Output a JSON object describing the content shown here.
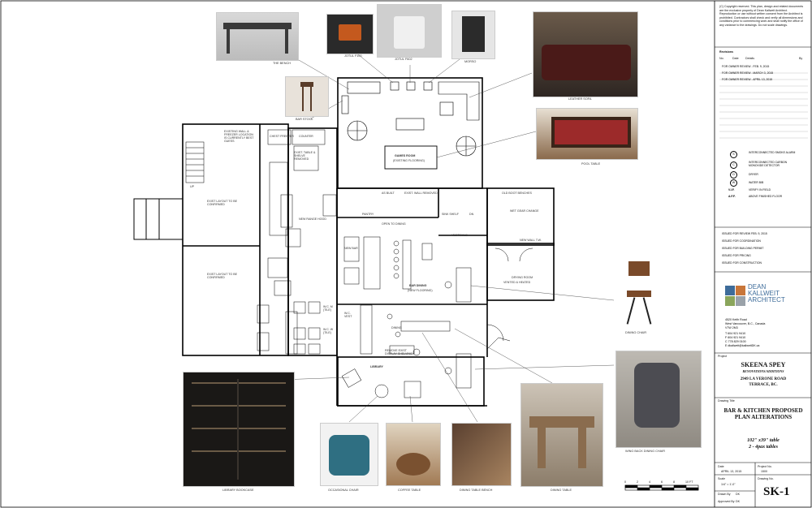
{
  "photos": {
    "the_bench": "THE BENCH",
    "stove_1": "Jotul F100",
    "stove_2": "Jotul F602",
    "stove_3": "Morso",
    "bar_stool": "BAR STOOL",
    "leather_sofa": "LEATHER SOFA",
    "pool_table": "POOL TABLE",
    "dining_chair": "DINING CHAIR",
    "wing_back_chair": "WING BACK DINING CHAIR",
    "library_bookcase": "LIBRARY BOOKCASE",
    "occasional_chair": "OCCASIONAL CHAIR",
    "coffee_table": "COFFEE TABLE",
    "dining_table_bench": "DINING TABLE BENCH",
    "dining_table": "DINING TABLE"
  },
  "plan_labels": {
    "games_room": "GAMES ROOM",
    "games_room_sub": "(EXISTING FLOORING)",
    "exist_wall_removed": "EXISTING WALL & FREEZER LOCATION IS CURRENTLY BEST GUESS",
    "chest_freezer": "CHEST FREEZER",
    "counter": "COUNTER",
    "exist_table": "EXIST. TABLE & SHELVE REMOVED",
    "exist_layout_1": "EXIST LAYOUT TO BE CONFIRMED",
    "exist_layout_2": "EXIST LAYOUT TO BE CONFIRMED",
    "up": "UP",
    "new_range_hood": "NEW RANGE HOOD",
    "new_bar": "NEW BAR",
    "bar_dining": "BAR DINING",
    "bar_dining_sub": "(NEW FLOORING)",
    "pantry": "PANTRY",
    "vestibule": "VESTIBULE",
    "wet_gear_change": "WET GEAR CHANGE",
    "drying_room": "DRYING ROOM",
    "drying_room_sub": "VENTED & HEATED",
    "new_wall": "NEW WALL T.W.",
    "old_boot_benches": "OLD BOOT BENCHES",
    "wc_m": "W.C. M (TILE)",
    "wc_w": "W.C. W (TILE)",
    "wc_vest": "W.C. VEST",
    "library": "LIBRARY",
    "remove_display": "REMOVE EXIST DISPLAY SHELVING",
    "dining_sm": "DINING",
    "as_built": "AS BUILT",
    "exist_wall_removed_2": "EXIST. WALL REMOVED",
    "sink_shelf": "SINK SHELF",
    "dn": "DN",
    "open_to_dining": "OPEN TO DINING"
  },
  "legend": [
    {
      "sym": "S",
      "text": "INTERCONNECTED SMOKE ALARM"
    },
    {
      "sym": "C",
      "text": "INTERCONNECTED CARBON MONOXIDE DETECTOR"
    },
    {
      "sym": "D",
      "text": "DRYER"
    },
    {
      "sym": "W",
      "text": "WATER BIB"
    },
    {
      "sym": "V.I.F.",
      "text": "VERIFY IN FIELD"
    },
    {
      "sym": "A.F.F.",
      "text": "ABOVE FINISHED FLOOR"
    }
  ],
  "title_block": {
    "copyright_text": "(C) Copyright reserved. This plan, design and related documents are the exclusive property of Dean Kallweit Architect. Reproduction or use without written consent from the Architect is prohibited. Contractors shall check and verify all dimensions and conditions prior to commencing work and shall notify the office of any variance to the drawings. Do not scale drawings.",
    "revisions_heading": "Revisions",
    "rev_no": "No.",
    "rev_date": "Date",
    "rev_details": "Details",
    "rev_by": "By",
    "revisions": [
      "FOR OWNER REVIEW - FEB. 9, 2015",
      "FOR OWNER REVIEW - MARCH 3, 2015",
      "FOR OWNER REVIEW - APRIL 13, 2015"
    ],
    "issued": [
      "ISSUED FOR REVIEW    FEB. 9, 2015",
      "ISSUED FOR COORDINATION",
      "ISSUED FOR BUILDING PERMIT",
      "ISSUED FOR PRICING",
      "ISSUED FOR CONSTRUCTION"
    ],
    "firm_name_1": "DEAN",
    "firm_name_2": "KALLWEIT",
    "firm_name_3": "ARCHITECT",
    "address_lines": [
      "4520 Keith Road",
      "West Vancouver, B.C., Canada",
      "V7W 2M3",
      "",
      "T  604 921 9410",
      "F  604 921 9410",
      "C  778 829 0100",
      "E  dkallweit@kallweitDK.ca"
    ],
    "project_label": "Project",
    "project_name": "SKEENA SPEY",
    "project_sub": "RENOVATIONS/ADDITIONS",
    "project_address_1": "2949 LA VERONE ROAD",
    "project_address_2": "TERRACE, BC.",
    "drawing_title_label": "Drawing Title",
    "drawing_title": "BAR & KITCHEN PROPOSED PLAN ALTERATIONS",
    "drawing_sub_1": "102\" x39\" table",
    "drawing_sub_2": "2 - 4pax tables",
    "date_label": "Date",
    "date_value": "APRIL 13, 2015",
    "project_no_label": "Project No.",
    "project_no_value": "1500",
    "scale_label": "Scale",
    "scale_value": "1/4\" = 1'-0\"",
    "drawing_no_label": "Drawing No.",
    "drawn_by_label": "Drawn By",
    "drawn_by_value": "DK",
    "approved_by_label": "Approved By",
    "approved_by_value": "DK",
    "sheet_no": "SK-1"
  },
  "scale_bar": [
    "0",
    "2",
    "4",
    "6",
    "8",
    "10 FT"
  ],
  "colors": {
    "logo_blue": "#3e6c9a",
    "logo_orange": "#c8763a",
    "logo_green": "#8aa55b",
    "logo_grey": "#9aa2a9",
    "pool_felt": "#9c2a2a",
    "sofa_leather": "#4a1a18",
    "chair_teal": "#2f6f82"
  }
}
